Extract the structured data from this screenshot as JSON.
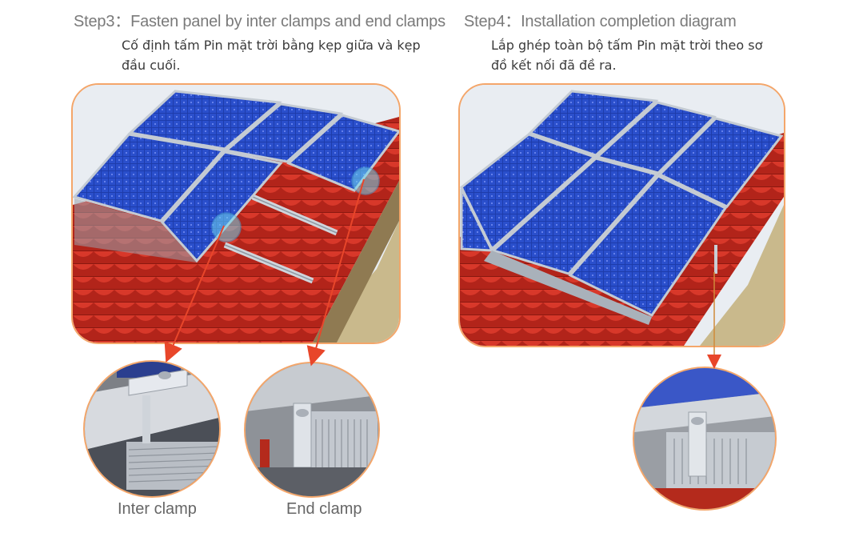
{
  "step3": {
    "title": "Step3：Fasten panel by inter clamps and end clamps",
    "desc_line1": "Cố định tấm Pin mặt trời bằng kẹp giữa và kẹp",
    "desc_line2": "đầu cuối."
  },
  "step4": {
    "title": "Step4：Installation completion diagram",
    "desc_line1": "Lắp ghép toàn bộ tấm Pin mặt trời theo sơ",
    "desc_line2": "đồ kết nối đã đề ra."
  },
  "captions": {
    "inter_clamp": "Inter clamp",
    "end_clamp": "End clamp"
  },
  "colors": {
    "frame_border": "#f4a66a",
    "pointer_arrow": "#e8462a",
    "panel_blue": "#1f3fae",
    "roof_red": "#c2281c"
  }
}
